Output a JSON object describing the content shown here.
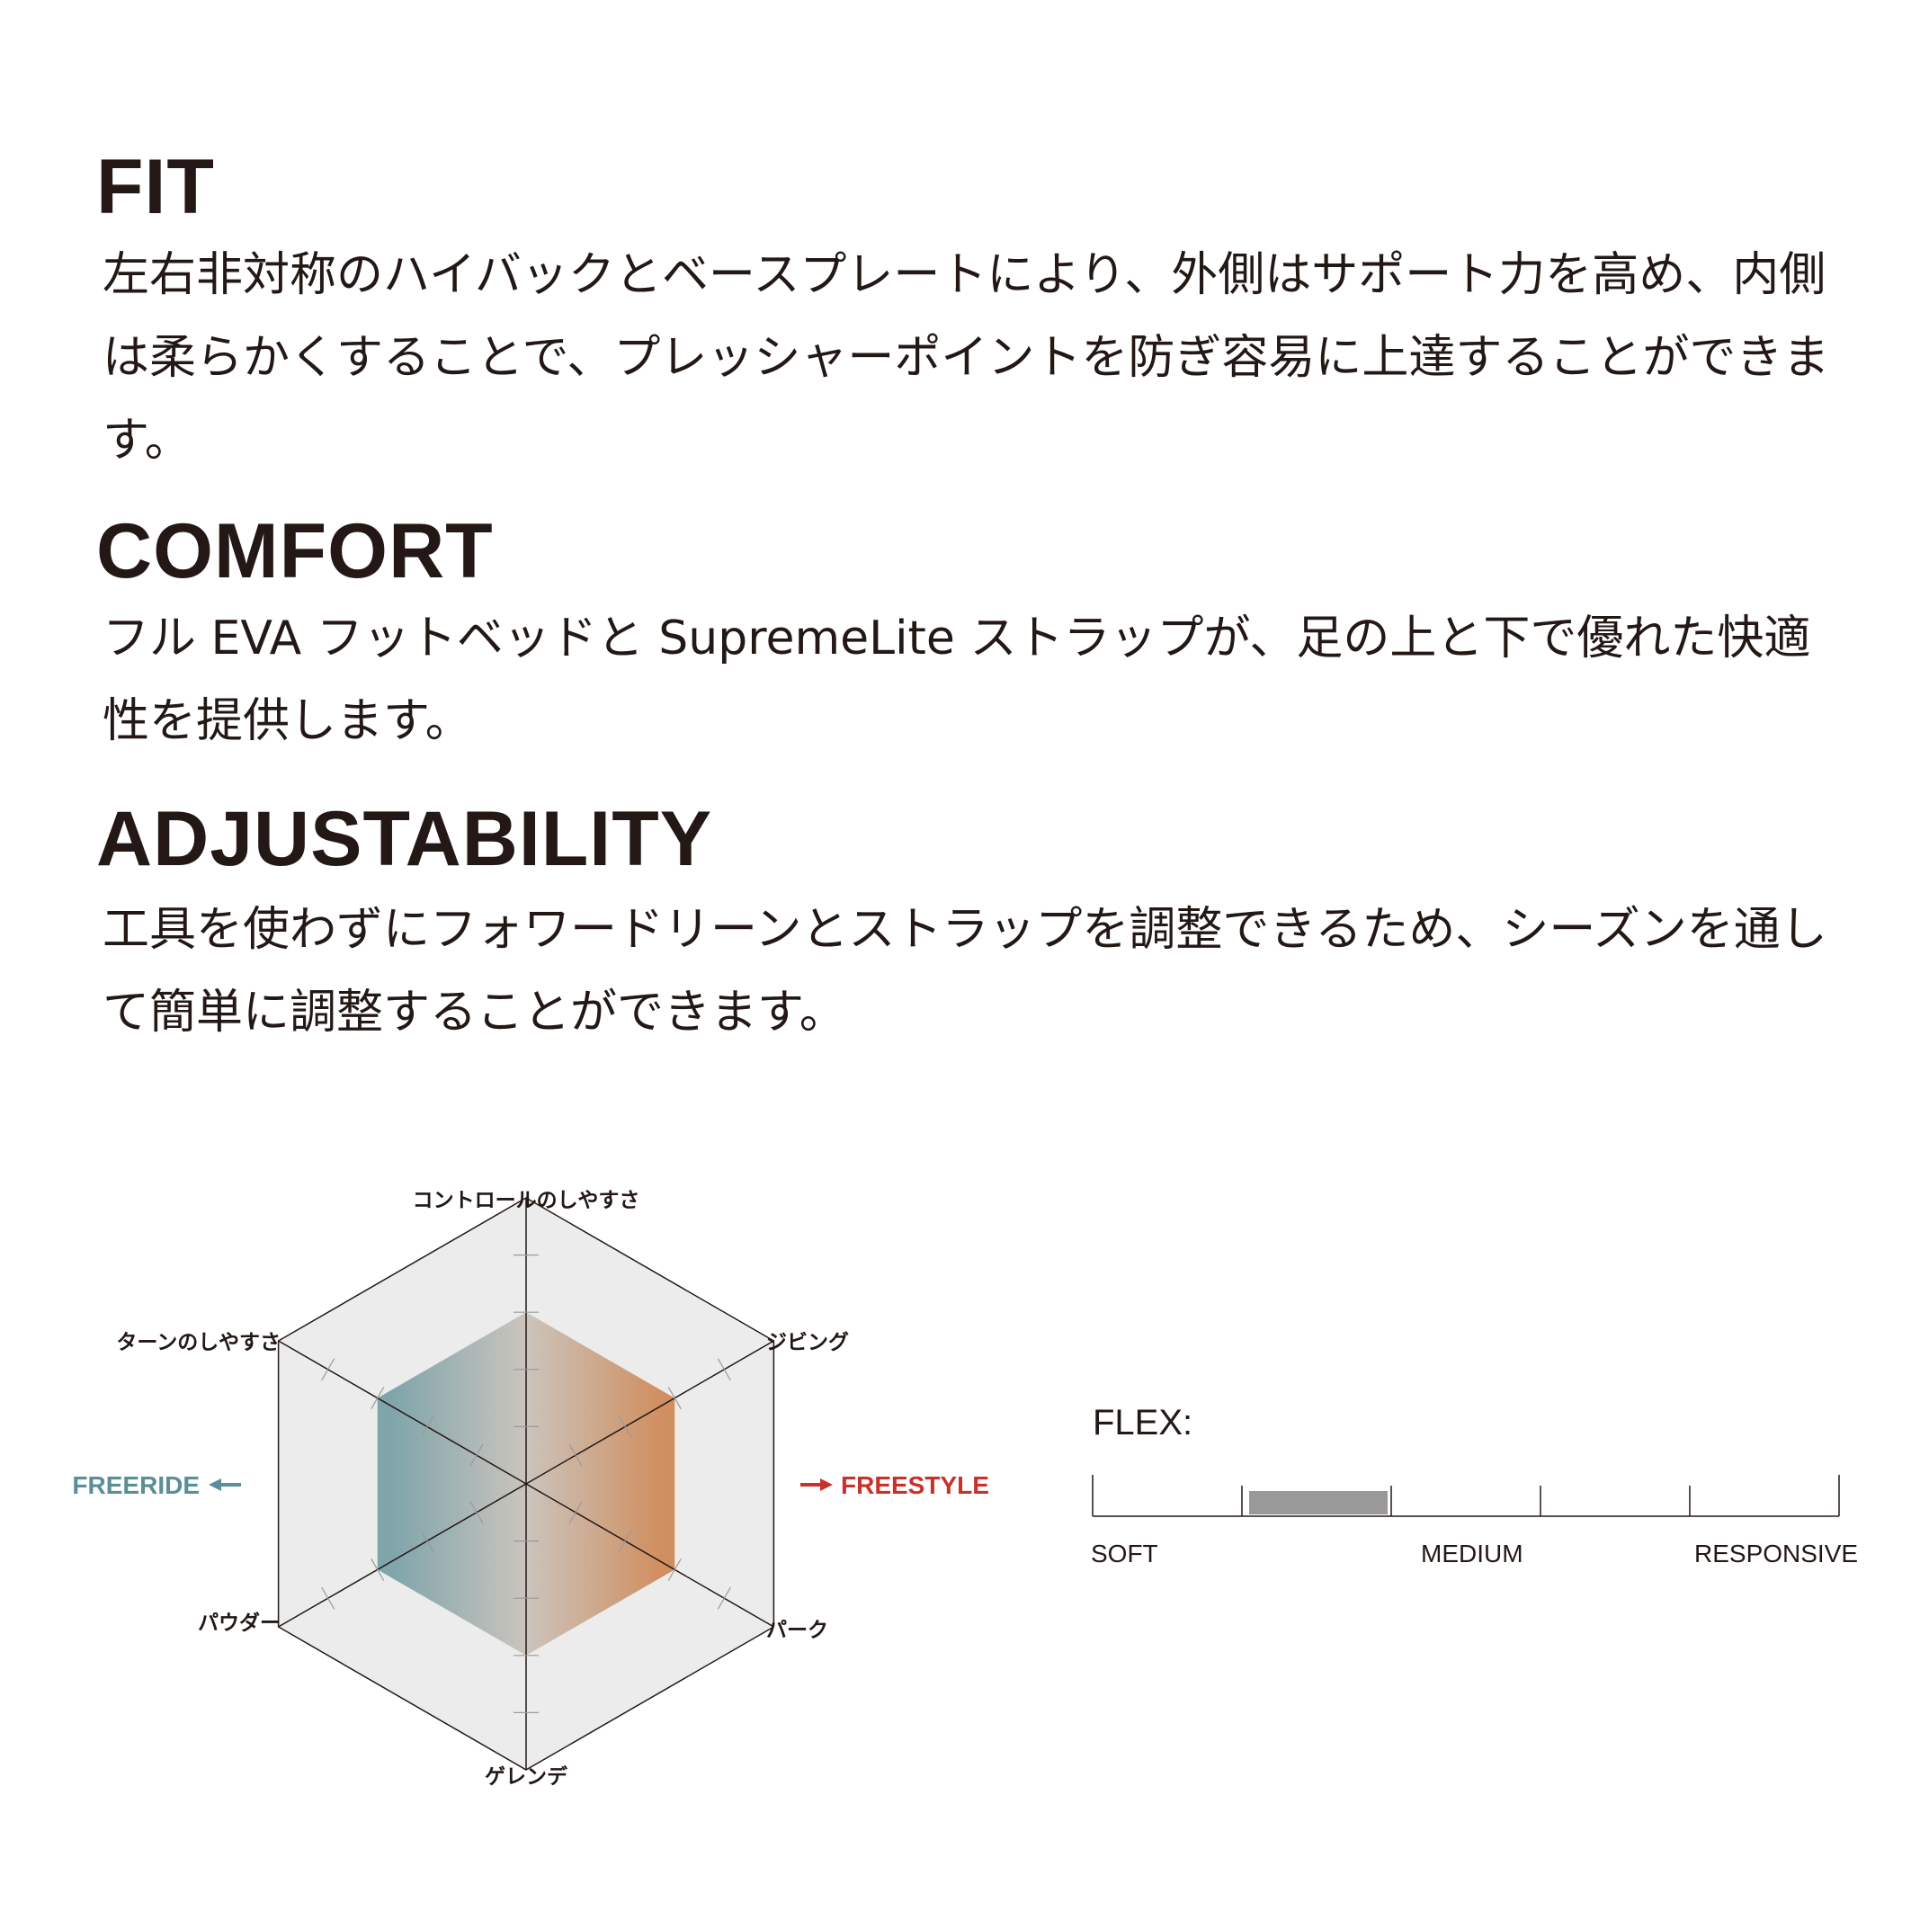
{
  "sections": [
    {
      "title": "FIT",
      "body": "左右非対称のハイバックとベースプレートにより、外側はサポート力を高め、内側は柔らかくすることで、プレッシャーポイントを防ぎ容易に上達することができます。"
    },
    {
      "title": "COMFORT",
      "body": "フル EVA フットベッドと SupremeLite ストラップが、足の上と下で優れた快適性を提供します。"
    },
    {
      "title": "ADJUSTABILITY",
      "body": "工具を使わずにフォワードリーンとストラップを調整できるため、シーズンを通して簡単に調整することができます。"
    }
  ],
  "chart_data": [
    {
      "type": "radar",
      "axes": [
        "コントロールのしやすさ",
        "ジビング",
        "パーク",
        "ゲレンデ",
        "パウダー",
        "ターンのしやすさ"
      ],
      "max": 5,
      "values": [
        3,
        3,
        3,
        3,
        3,
        3
      ],
      "left_label": "FREERIDE",
      "right_label": "FREESTYLE",
      "colors": {
        "freeride": "#5a8e98",
        "freestyle": "#c8322b",
        "fill_left": "#7fa5ab",
        "fill_mid": "#cbc4bd",
        "fill_right": "#d08f60",
        "background": "#ececec"
      }
    },
    {
      "type": "scale",
      "title": "FLEX:",
      "labels": [
        "SOFT",
        "MEDIUM",
        "RESPONSIVE"
      ],
      "segments": 5,
      "range": [
        1.0,
        2.0
      ],
      "bar_color": "#999999"
    }
  ]
}
